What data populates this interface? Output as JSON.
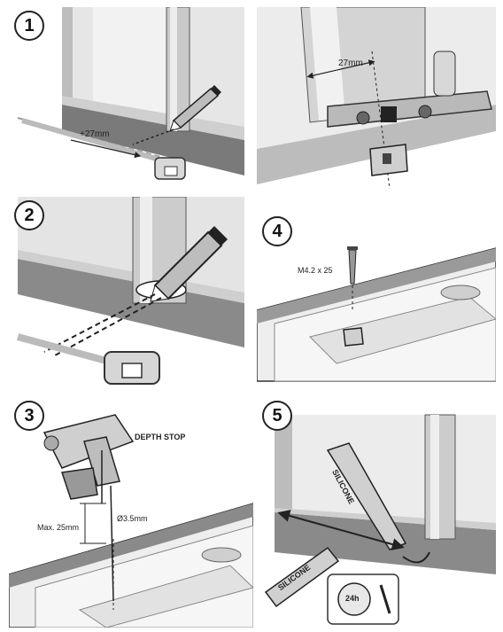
{
  "steps": [
    {
      "number": "1",
      "labels": {
        "measure": "+27mm"
      }
    },
    {
      "number": "1",
      "labels": {
        "measure": "27mm"
      }
    },
    {
      "number": "2",
      "labels": {}
    },
    {
      "number": "4",
      "labels": {
        "screw": "M4.2 x 25"
      }
    },
    {
      "number": "3",
      "labels": {
        "depth_stop": "DEPTH STOP",
        "max_depth": "Max. 25mm",
        "drill_size": "Ø3.5mm"
      }
    },
    {
      "number": "5",
      "labels": {
        "silicone_1": "SILICONE",
        "silicone_2": "SILICONE",
        "cure_time": "24h"
      }
    }
  ]
}
